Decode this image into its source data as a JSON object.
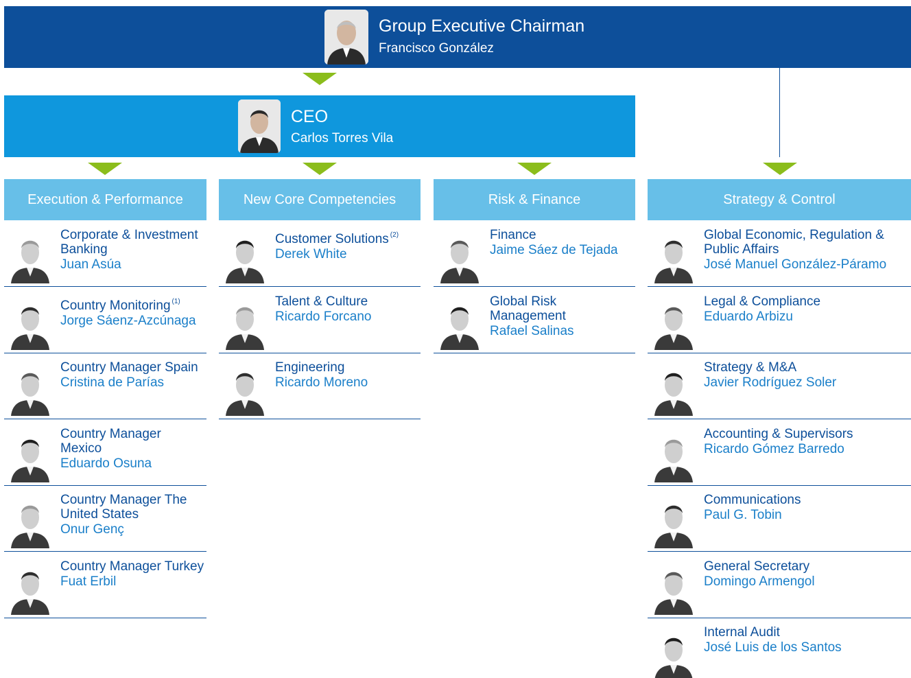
{
  "chairman": {
    "title": "Group Executive Chairman",
    "name": "Francisco González"
  },
  "ceo": {
    "title": "CEO",
    "name": "Carlos Torres Vila"
  },
  "colors": {
    "navy": "#0d4f9a",
    "ceo_blue": "#0f97dd",
    "header_blue": "#67bfe8",
    "arrow_green": "#8bbd1c",
    "name_blue": "#1a7fc9"
  },
  "columns": [
    {
      "header": "Execution & Performance",
      "items": [
        {
          "role": "Corporate & Investment Banking",
          "note": "",
          "name": "Juan Asúa"
        },
        {
          "role": "Country Monitoring",
          "note": "(1)",
          "name": "Jorge Sáenz-Azcúnaga"
        },
        {
          "role": "Country Manager Spain",
          "note": "",
          "name": "Cristina de Parías"
        },
        {
          "role": "Country Manager Mexico",
          "note": "",
          "name": "Eduardo Osuna"
        },
        {
          "role": "Country Manager The United States",
          "note": "",
          "name": "Onur Genç"
        },
        {
          "role": "Country Manager Turkey",
          "note": "",
          "name": "Fuat Erbil"
        }
      ]
    },
    {
      "header": "New Core Competencies",
      "items": [
        {
          "role": "Customer Solutions",
          "note": "(2)",
          "name": "Derek White"
        },
        {
          "role": "Talent & Culture",
          "note": "",
          "name": "Ricardo Forcano"
        },
        {
          "role": "Engineering",
          "note": "",
          "name": "Ricardo Moreno"
        }
      ]
    },
    {
      "header": "Risk & Finance",
      "items": [
        {
          "role": "Finance",
          "note": "",
          "name": "Jaime Sáez de Tejada"
        },
        {
          "role": "Global Risk Management",
          "note": "",
          "name": "Rafael Salinas"
        }
      ]
    },
    {
      "header": "Strategy & Control",
      "items": [
        {
          "role": "Global Economic, Regulation & Public Affairs",
          "note": "",
          "name": "José Manuel González-Páramo"
        },
        {
          "role": "Legal & Compliance",
          "note": "",
          "name": "Eduardo Arbizu"
        },
        {
          "role": "Strategy & M&A",
          "note": "",
          "name": "Javier Rodríguez Soler"
        },
        {
          "role": "Accounting & Supervisors",
          "note": "",
          "name": "Ricardo Gómez Barredo"
        },
        {
          "role": "Communications",
          "note": "",
          "name": "Paul G. Tobin"
        },
        {
          "role": "General Secretary",
          "note": "",
          "name": "Domingo Armengol"
        },
        {
          "role": "Internal Audit",
          "note": "",
          "name": "José Luis de los Santos"
        }
      ]
    }
  ]
}
